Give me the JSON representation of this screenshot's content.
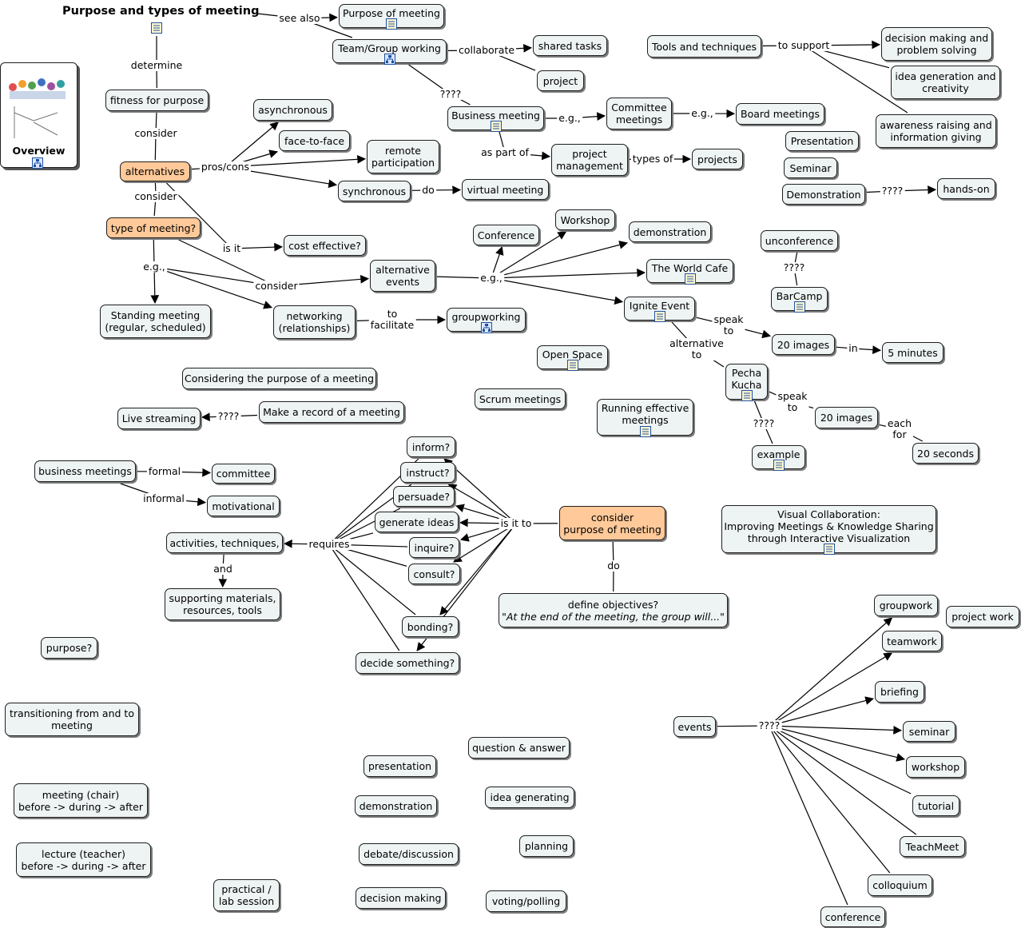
{
  "title": "Purpose and types of meeting",
  "overview_label": "Overview",
  "nodes": [
    {
      "id": "purpose_of_meeting",
      "lines": [
        "Purpose of meeting"
      ],
      "icon": "doc-icon"
    },
    {
      "id": "team_group",
      "lines": [
        "Team/Group working"
      ],
      "icon": "map-icon"
    },
    {
      "id": "shared_tasks",
      "lines": [
        "shared tasks"
      ]
    },
    {
      "id": "project",
      "lines": [
        "project"
      ]
    },
    {
      "id": "tools",
      "lines": [
        "Tools and techniques"
      ]
    },
    {
      "id": "decision_making_ps",
      "lines": [
        "decision making and",
        "problem solving"
      ]
    },
    {
      "id": "idea_gen_creativity",
      "lines": [
        "idea generation and",
        "creativity"
      ]
    },
    {
      "id": "awareness",
      "lines": [
        "awareness raising and",
        "information giving"
      ]
    },
    {
      "id": "fitness",
      "lines": [
        "fitness for purpose"
      ]
    },
    {
      "id": "asynchronous",
      "lines": [
        "asynchronous"
      ]
    },
    {
      "id": "business_meeting",
      "lines": [
        "Business meeting"
      ],
      "icon": "doc-icon"
    },
    {
      "id": "committee_meetings",
      "lines": [
        "Committee",
        "meetings"
      ]
    },
    {
      "id": "board_meetings",
      "lines": [
        "Board meetings"
      ]
    },
    {
      "id": "face_to_face",
      "lines": [
        "face-to-face"
      ]
    },
    {
      "id": "remote",
      "lines": [
        "remote",
        "participation"
      ]
    },
    {
      "id": "alternatives",
      "lines": [
        "alternatives"
      ],
      "orange": true
    },
    {
      "id": "project_mgmt",
      "lines": [
        "project",
        "management"
      ]
    },
    {
      "id": "projects",
      "lines": [
        "projects"
      ]
    },
    {
      "id": "presentation_top",
      "lines": [
        "Presentation"
      ]
    },
    {
      "id": "seminar_top",
      "lines": [
        "Seminar"
      ]
    },
    {
      "id": "demonstration_top",
      "lines": [
        "Demonstration"
      ]
    },
    {
      "id": "hands_on",
      "lines": [
        "hands-on"
      ]
    },
    {
      "id": "synchronous",
      "lines": [
        "synchronous"
      ]
    },
    {
      "id": "virtual_meeting",
      "lines": [
        "virtual meeting"
      ]
    },
    {
      "id": "type_of_meeting",
      "lines": [
        "type of meeting?"
      ],
      "orange": true
    },
    {
      "id": "workshop_mid",
      "lines": [
        "Workshop"
      ]
    },
    {
      "id": "conference_mid",
      "lines": [
        "Conference"
      ]
    },
    {
      "id": "demonstration_mid",
      "lines": [
        "demonstration"
      ]
    },
    {
      "id": "unconference",
      "lines": [
        "unconference"
      ]
    },
    {
      "id": "cost_effective",
      "lines": [
        "cost effective?"
      ]
    },
    {
      "id": "world_cafe",
      "lines": [
        "The World Cafe"
      ],
      "icon": "doc-icon"
    },
    {
      "id": "alt_events",
      "lines": [
        "alternative",
        "events"
      ]
    },
    {
      "id": "barcamp",
      "lines": [
        "BarCamp"
      ],
      "icon": "doc-icon"
    },
    {
      "id": "ignite",
      "lines": [
        "Ignite Event"
      ],
      "icon": "doc-icon"
    },
    {
      "id": "standing",
      "lines": [
        "Standing meeting",
        "(regular, scheduled)"
      ]
    },
    {
      "id": "networking",
      "lines": [
        "networking",
        "(relationships)"
      ]
    },
    {
      "id": "groupworking",
      "lines": [
        "groupworking"
      ],
      "icon": "map-icon"
    },
    {
      "id": "images20a",
      "lines": [
        "20 images"
      ]
    },
    {
      "id": "minutes5",
      "lines": [
        "5 minutes"
      ]
    },
    {
      "id": "open_space",
      "lines": [
        "Open Space"
      ],
      "icon": "doc-icon"
    },
    {
      "id": "pecha",
      "lines": [
        "Pecha",
        "Kucha"
      ],
      "icon": "doc-icon"
    },
    {
      "id": "considering",
      "lines": [
        "Considering the purpose of a meeting"
      ]
    },
    {
      "id": "scrum",
      "lines": [
        "Scrum meetings"
      ]
    },
    {
      "id": "running",
      "lines": [
        "Running effective",
        "meetings"
      ],
      "icon": "doc-icon"
    },
    {
      "id": "images20b",
      "lines": [
        "20 images"
      ]
    },
    {
      "id": "live_streaming",
      "lines": [
        "Live streaming"
      ]
    },
    {
      "id": "make_record",
      "lines": [
        "Make a record of a meeting"
      ]
    },
    {
      "id": "inform",
      "lines": [
        "inform?"
      ]
    },
    {
      "id": "seconds20",
      "lines": [
        "20 seconds"
      ]
    },
    {
      "id": "example",
      "lines": [
        "example"
      ],
      "icon": "doc-icon"
    },
    {
      "id": "business_meetings2",
      "lines": [
        "business meetings"
      ]
    },
    {
      "id": "instruct",
      "lines": [
        "instruct?"
      ]
    },
    {
      "id": "committee",
      "lines": [
        "committee"
      ]
    },
    {
      "id": "persuade",
      "lines": [
        "persuade?"
      ]
    },
    {
      "id": "motivational",
      "lines": [
        "motivational"
      ]
    },
    {
      "id": "consider_purpose",
      "lines": [
        "consider",
        "purpose of meeting"
      ],
      "orange": true
    },
    {
      "id": "visual_collab",
      "lines": [
        "Visual Collaboration:",
        "Improving Meetings & Knowledge Sharing",
        "through Interactive Visualization"
      ],
      "icon": "doc-icon"
    },
    {
      "id": "generate_ideas",
      "lines": [
        "generate ideas"
      ]
    },
    {
      "id": "activities",
      "lines": [
        "activities, techniques,"
      ]
    },
    {
      "id": "inquire",
      "lines": [
        "inquire?"
      ]
    },
    {
      "id": "consult",
      "lines": [
        "consult?"
      ]
    },
    {
      "id": "supporting",
      "lines": [
        "supporting materials,",
        "resources, tools"
      ]
    },
    {
      "id": "define_objectives",
      "lines": [
        "define objectives?",
        "\"At the end of the meeting, the group will...\""
      ]
    },
    {
      "id": "groupwork",
      "lines": [
        "groupwork"
      ]
    },
    {
      "id": "project_work",
      "lines": [
        "project work"
      ]
    },
    {
      "id": "bonding",
      "lines": [
        "bonding?"
      ]
    },
    {
      "id": "teamwork",
      "lines": [
        "teamwork"
      ]
    },
    {
      "id": "purpose_q",
      "lines": [
        "purpose?"
      ]
    },
    {
      "id": "decide",
      "lines": [
        "decide something?"
      ]
    },
    {
      "id": "briefing",
      "lines": [
        "briefing"
      ]
    },
    {
      "id": "transitioning",
      "lines": [
        "transitioning from and to",
        "meeting"
      ]
    },
    {
      "id": "events",
      "lines": [
        "events"
      ]
    },
    {
      "id": "seminar_bot",
      "lines": [
        "seminar"
      ]
    },
    {
      "id": "question_answer",
      "lines": [
        "question & answer"
      ]
    },
    {
      "id": "presentation_bot",
      "lines": [
        "presentation"
      ]
    },
    {
      "id": "workshop_bot",
      "lines": [
        "workshop"
      ]
    },
    {
      "id": "idea_generating",
      "lines": [
        "idea generating"
      ]
    },
    {
      "id": "meeting_chair",
      "lines": [
        "meeting (chair)",
        "before -> during -> after"
      ]
    },
    {
      "id": "demonstration_bot",
      "lines": [
        "demonstration"
      ]
    },
    {
      "id": "tutorial",
      "lines": [
        "tutorial"
      ]
    },
    {
      "id": "planning",
      "lines": [
        "planning"
      ]
    },
    {
      "id": "teachmeet",
      "lines": [
        "TeachMeet"
      ]
    },
    {
      "id": "lecture",
      "lines": [
        "lecture (teacher)",
        "before -> during -> after"
      ]
    },
    {
      "id": "debate",
      "lines": [
        "debate/discussion"
      ]
    },
    {
      "id": "colloquium",
      "lines": [
        "colloquium"
      ]
    },
    {
      "id": "practical",
      "lines": [
        "practical /",
        "lab session"
      ]
    },
    {
      "id": "decision_making_bot",
      "lines": [
        "decision making"
      ]
    },
    {
      "id": "voting",
      "lines": [
        "voting/polling"
      ]
    },
    {
      "id": "conference_bot",
      "lines": [
        "conference"
      ]
    }
  ],
  "labels": [
    {
      "id": "see_also",
      "text": "see also"
    },
    {
      "id": "collaborate",
      "text": "collaborate"
    },
    {
      "id": "to_support",
      "text": "to support"
    },
    {
      "id": "determine",
      "text": "determine"
    },
    {
      "id": "q_team_business",
      "text": "????"
    },
    {
      "id": "consider1",
      "text": "consider"
    },
    {
      "id": "eg_committee",
      "text": "e.g.,"
    },
    {
      "id": "eg_board",
      "text": "e.g.,"
    },
    {
      "id": "pros_cons",
      "text": "pros/cons"
    },
    {
      "id": "as_part_of",
      "text": "as part of"
    },
    {
      "id": "types_of",
      "text": "types of"
    },
    {
      "id": "q_demo",
      "text": "????"
    },
    {
      "id": "do1",
      "text": "do"
    },
    {
      "id": "consider2",
      "text": "consider"
    },
    {
      "id": "is_it",
      "text": "is it"
    },
    {
      "id": "q_barcamp",
      "text": "????"
    },
    {
      "id": "eg_type",
      "text": "e.g.,"
    },
    {
      "id": "eg_alt",
      "text": "e.g.,"
    },
    {
      "id": "consider3",
      "text": "consider"
    },
    {
      "id": "to_facilitate",
      "text": "to\nfacilitate"
    },
    {
      "id": "speak_to1",
      "text": "speak\nto"
    },
    {
      "id": "in",
      "text": "in"
    },
    {
      "id": "alternative_to",
      "text": "alternative\nto"
    },
    {
      "id": "speak_to2",
      "text": "speak\nto"
    },
    {
      "id": "q_pecha",
      "text": "????"
    },
    {
      "id": "q_record",
      "text": "????"
    },
    {
      "id": "each_for",
      "text": "each\nfor"
    },
    {
      "id": "formal",
      "text": "formal"
    },
    {
      "id": "informal",
      "text": "informal"
    },
    {
      "id": "is_it_to",
      "text": "is it to"
    },
    {
      "id": "requires",
      "text": "requires"
    },
    {
      "id": "and",
      "text": "and"
    },
    {
      "id": "do2",
      "text": "do"
    },
    {
      "id": "q_events",
      "text": "????"
    }
  ],
  "colors": {
    "node_fill": "#eef3f3",
    "orange_fill": "#ffc999",
    "border": "#1f1f1f",
    "shadow": "#7c7c7c"
  }
}
